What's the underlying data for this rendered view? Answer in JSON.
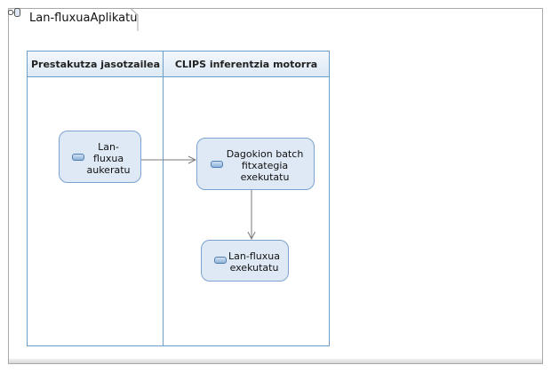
{
  "diagram": {
    "title": "Lan-fluxuaAplikatu",
    "title_icon": "activity-diagram-icon",
    "lanes": [
      {
        "label": "Prestakutza jasotzailea"
      },
      {
        "label": "CLIPS inferentzia motorra"
      }
    ],
    "nodes": [
      {
        "label": "Lan-fluxua aukeratu",
        "icon": "action-icon"
      },
      {
        "label": "Dagokion batch fitxategia exekutatu",
        "icon": "action-icon"
      },
      {
        "label": "Lan-fluxua exekutatu",
        "icon": "action-icon"
      }
    ],
    "edges": [
      {
        "from": "Lan-fluxua aukeratu",
        "to": "Dagokion batch fitxategia exekutatu"
      },
      {
        "from": "Dagokion batch fitxategia exekutatu",
        "to": "Lan-fluxua exekutatu"
      }
    ],
    "colors": {
      "lane_border": "#6d9ec8",
      "node_fill": "#dfe9f5",
      "node_border": "#7ba3cf",
      "edge": "#7a7a7a"
    }
  }
}
